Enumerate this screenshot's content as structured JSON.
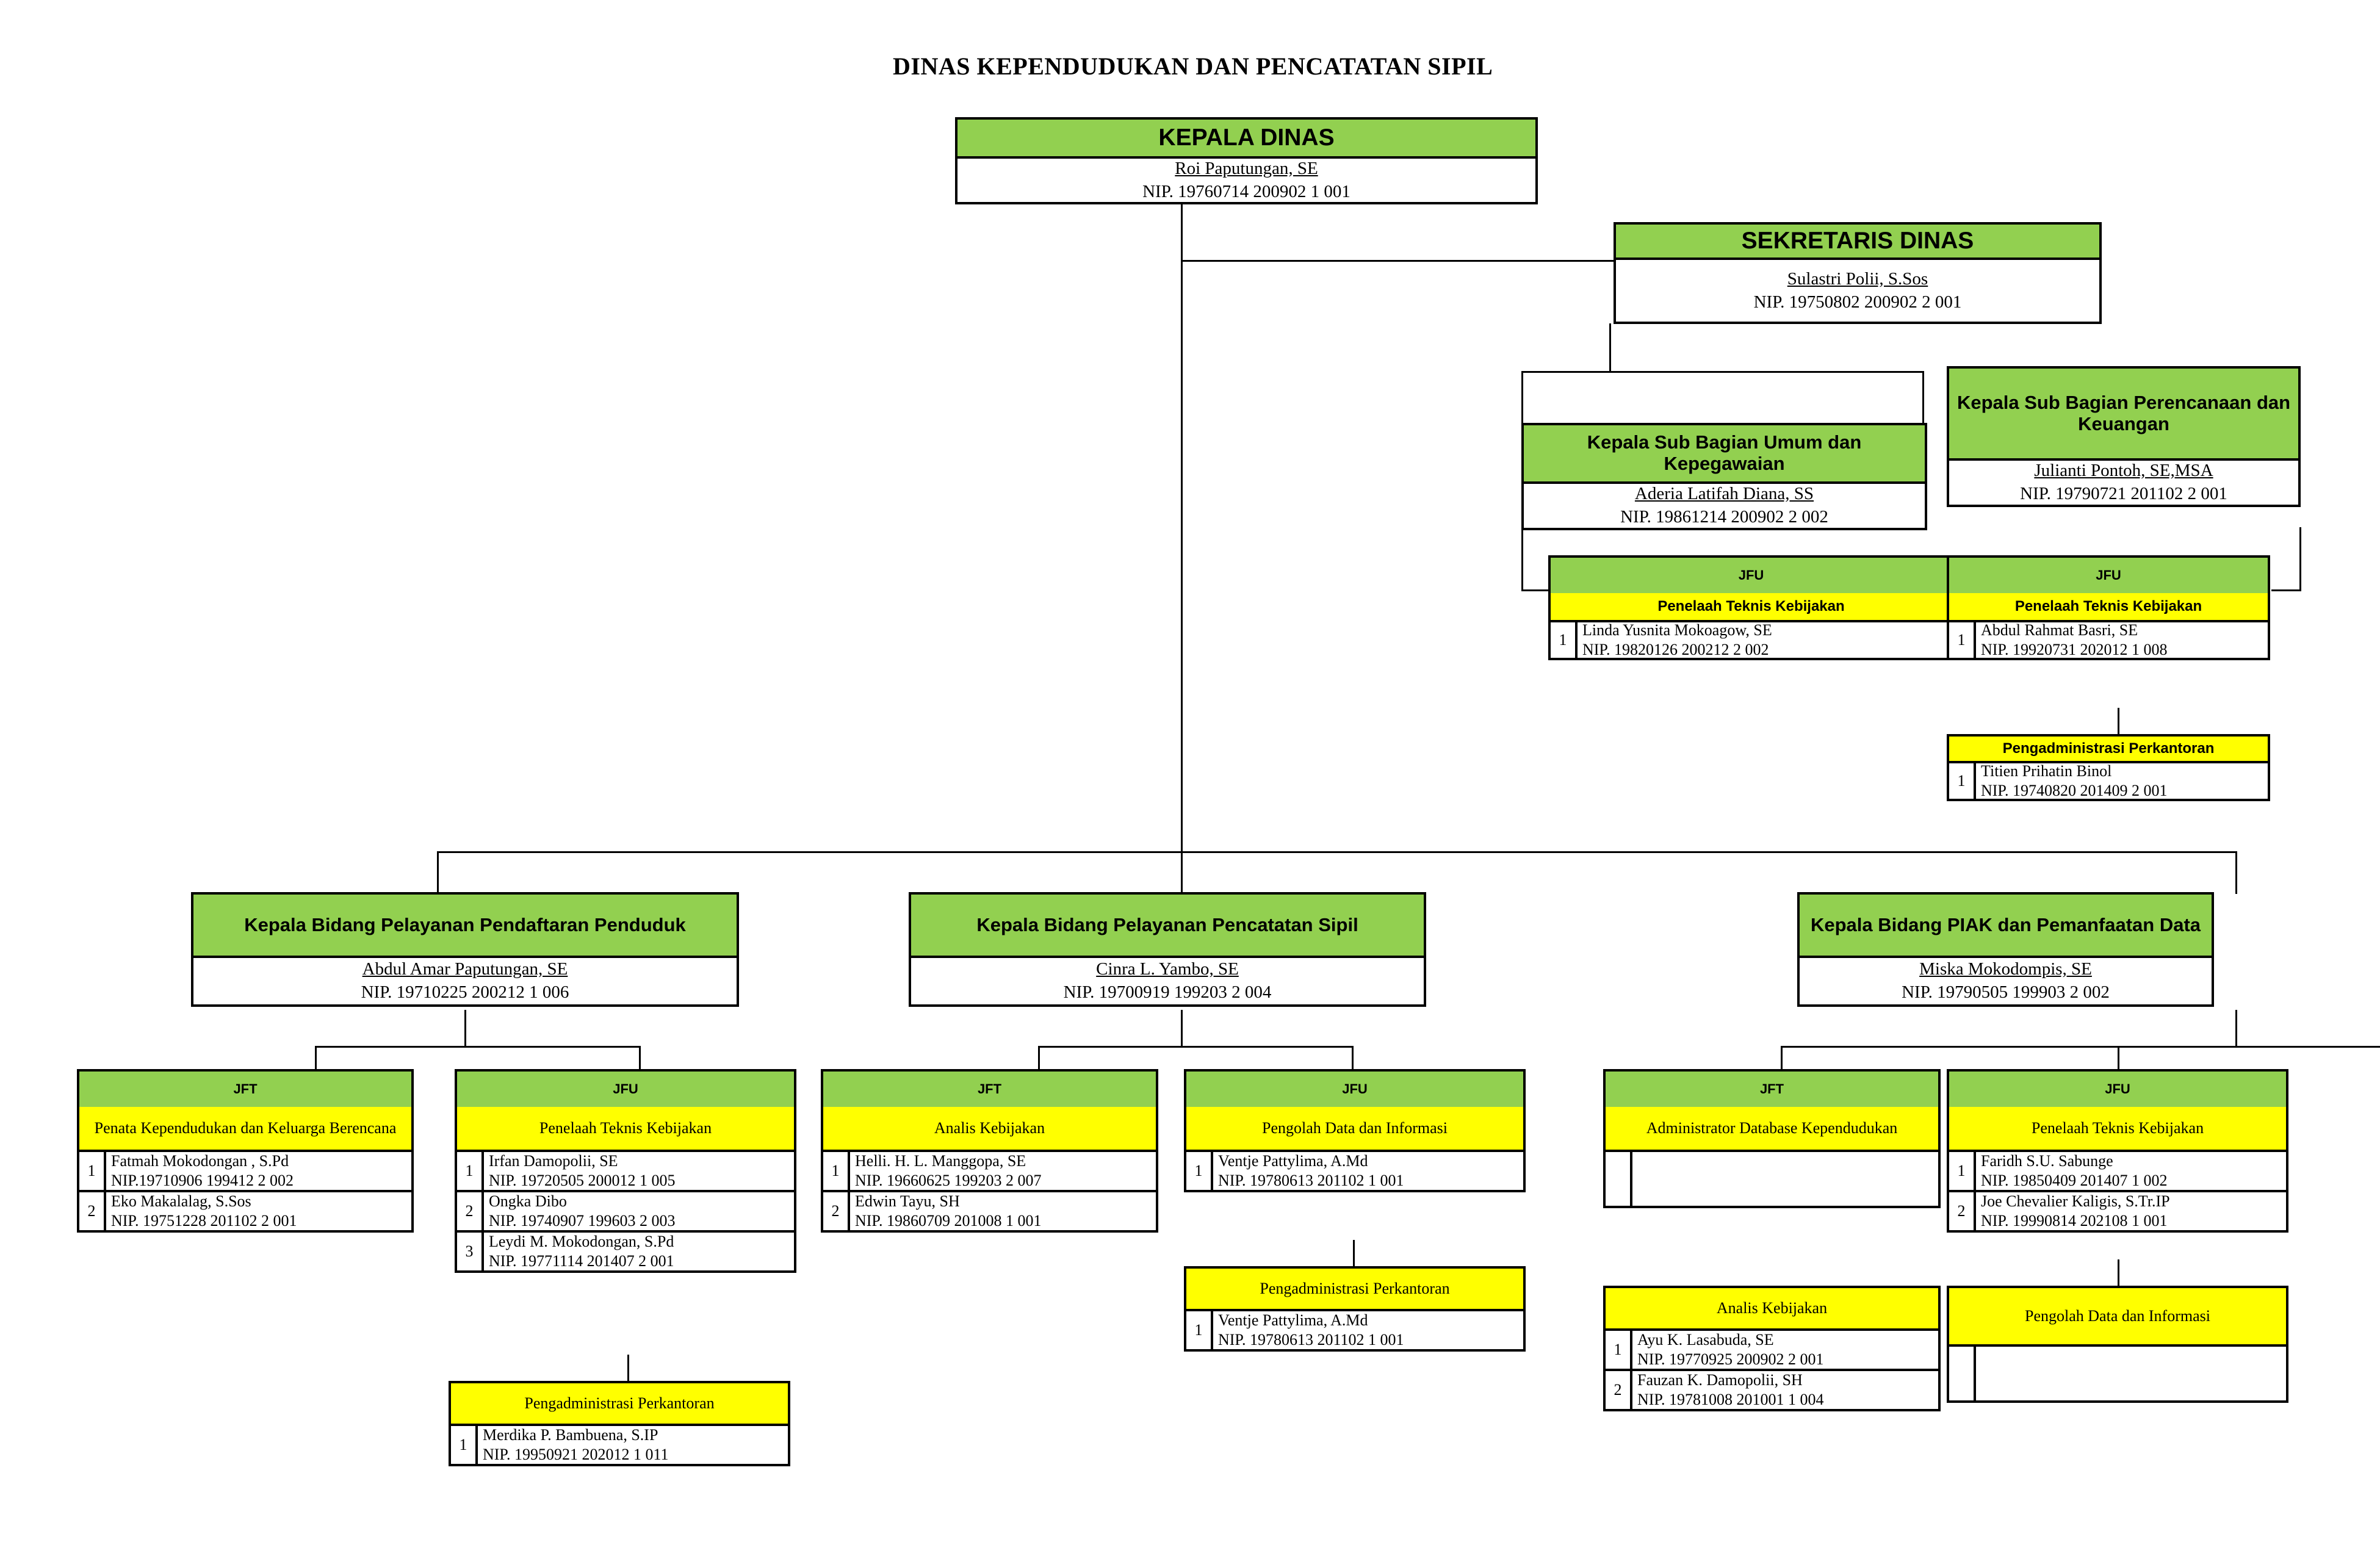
{
  "title": "DINAS KEPENDUDUKAN DAN PENCATATAN SIPIL",
  "colors": {
    "header_green": "#92D050",
    "role_yellow": "#FFFF00",
    "border": "#000000",
    "background": "#FFFFFF"
  },
  "nodes": {
    "kepala_dinas": {
      "title": "KEPALA DINAS",
      "name": "Roi Paputungan, SE",
      "nip": "NIP. 19760714 200902 1 001"
    },
    "sekretaris": {
      "title": "SEKRETARIS DINAS",
      "name": "Sulastri Polii, S.Sos",
      "nip": "NIP. 19750802 200902 2 001"
    },
    "subbag_umum": {
      "title": "Kepala Sub Bagian Umum dan Kepegawaian",
      "name": "Aderia Latifah Diana, SS",
      "nip": "NIP. 19861214 200902 2 002"
    },
    "subbag_perencanaan": {
      "title": "Kepala Sub Bagian Perencanaan dan Keuangan",
      "name": "Julianti Pontoh, SE,MSA",
      "nip": "NIP. 19790721 201102 2 001"
    },
    "bidang_pendaftaran": {
      "title": "Kepala Bidang Pelayanan Pendaftaran Penduduk",
      "name": "Abdul Amar Paputungan, SE",
      "nip": "NIP. 19710225 200212 1 006"
    },
    "bidang_pencatatan": {
      "title": "Kepala Bidang Pelayanan Pencatatan Sipil",
      "name": "Cinra L. Yambo, SE",
      "nip": "NIP. 19700919 199203 2 004"
    },
    "bidang_piak": {
      "title": "Kepala Bidang PIAK dan Pemanfaatan Data",
      "name": "Miska Mokodompis, SE",
      "nip": "NIP. 19790505 199903 2 002"
    }
  },
  "groups": {
    "umum_jfu": {
      "header": "JFU",
      "role": "Penelaah Teknis Kebijakan",
      "staff": [
        {
          "no": "1",
          "name": "Linda Yusnita Mokoagow, SE",
          "nip": "NIP. 19820126 200212 2 002"
        }
      ]
    },
    "perencanaan_jfu": {
      "header": "JFU",
      "role": "Penelaah Teknis Kebijakan",
      "staff": [
        {
          "no": "1",
          "name": "Abdul Rahmat Basri, SE",
          "nip": "NIP. 19920731 202012 1 008"
        }
      ],
      "role2": "Pengadministrasi Perkantoran",
      "staff2": [
        {
          "no": "1",
          "name": "Titien Prihatin Binol",
          "nip": "NIP. 19740820 201409 2 001"
        }
      ]
    },
    "pendaftaran_jft": {
      "header": "JFT",
      "role": "Penata Kependudukan dan Keluarga Berencana",
      "staff": [
        {
          "no": "1",
          "name": "Fatmah Mokodongan , S.Pd",
          "nip": "NIP.19710906 199412 2 002"
        },
        {
          "no": "2",
          "name": "Eko Makalalag, S.Sos",
          "nip": "NIP. 19751228 201102 2 001"
        }
      ]
    },
    "pendaftaran_jfu": {
      "header": "JFU",
      "role": "Penelaah Teknis Kebijakan",
      "staff": [
        {
          "no": "1",
          "name": "Irfan Damopolii, SE",
          "nip": "NIP. 19720505 200012 1 005"
        },
        {
          "no": "2",
          "name": "Ongka  Dibo",
          "nip": "NIP.  19740907 199603 2 003"
        },
        {
          "no": "3",
          "name": "Leydi M. Mokodongan, S.Pd",
          "nip": "NIP. 19771114 201407 2 001"
        }
      ],
      "role2": "Pengadministrasi Perkantoran",
      "staff2": [
        {
          "no": "1",
          "name": "Merdika P. Bambuena, S.IP",
          "nip": "NIP. 19950921 202012 1 011"
        }
      ]
    },
    "pencatatan_jft": {
      "header": "JFT",
      "role": "Analis Kebijakan",
      "staff": [
        {
          "no": "1",
          "name": "Helli. H. L. Manggopa, SE",
          "nip": "NIP. 19660625 199203 2 007"
        },
        {
          "no": "2",
          "name": "Edwin Tayu, SH",
          "nip": "NIP. 19860709 201008 1 001"
        }
      ]
    },
    "pencatatan_jfu": {
      "header": "JFU",
      "role": "Pengolah Data dan Informasi",
      "staff": [
        {
          "no": "1",
          "name": "Ventje Pattylima, A.Md",
          "nip": "NIP. 19780613 201102 1 001"
        }
      ],
      "role2": "Pengadministrasi Perkantoran",
      "staff2": [
        {
          "no": "1",
          "name": "Ventje Pattylima, A.Md",
          "nip": "NIP. 19780613 201102 1 001"
        }
      ]
    },
    "piak_jft": {
      "header": "JFT",
      "role": "Administrator Database Kependudukan",
      "staff": [
        {
          "no": "",
          "name": "",
          "nip": ""
        }
      ],
      "role2": "Analis Kebijakan",
      "staff2": [
        {
          "no": "1",
          "name": "Ayu K. Lasabuda, SE",
          "nip": "NIP. 19770925 200902 2 001"
        },
        {
          "no": "2",
          "name": "Fauzan K. Damopolii, SH",
          "nip": "NIP. 19781008 201001 1 004"
        }
      ]
    },
    "piak_jfu": {
      "header": "JFU",
      "role": "Penelaah Teknis Kebijakan",
      "staff": [
        {
          "no": "1",
          "name": "Faridh S.U. Sabunge",
          "nip": "NIP. 19850409 201407 1 002"
        },
        {
          "no": "2",
          "name": "Joe Chevalier Kaligis, S.Tr.IP",
          "nip": "NIP. 19990814 202108 1 001"
        }
      ],
      "role2": "Pengolah Data dan Informasi",
      "staff2": [
        {
          "no": "",
          "name": "",
          "nip": ""
        }
      ]
    }
  }
}
